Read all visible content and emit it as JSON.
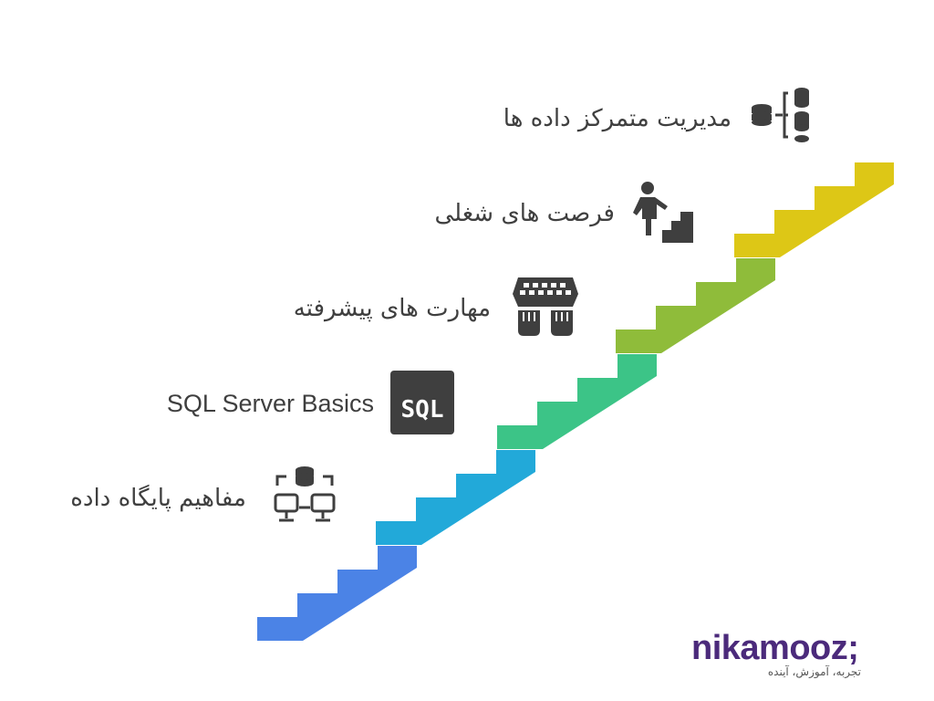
{
  "steps": [
    {
      "label": "مدیریت متمرکز داده ها",
      "icon": "database-hierarchy-icon",
      "color": "#ddc716"
    },
    {
      "label": "فرصت های شغلی",
      "icon": "person-climbing-stairs-icon",
      "color": "#8fbc3a"
    },
    {
      "label": "مهارت های پیشرفته",
      "icon": "hands-typing-keyboard-icon",
      "color": "#3cc487"
    },
    {
      "label": "SQL Server Basics",
      "icon": "sql-badge-icon",
      "icon_text": "SQL",
      "color": "#22a9d9"
    },
    {
      "label": "مفاهیم پایگاه داده",
      "icon": "database-network-icon",
      "color": "#4b83e6"
    }
  ],
  "brand": {
    "name": "nikamooz;",
    "tagline": "تجربه، آموزش، آینده",
    "color": "#4b2a7b"
  }
}
